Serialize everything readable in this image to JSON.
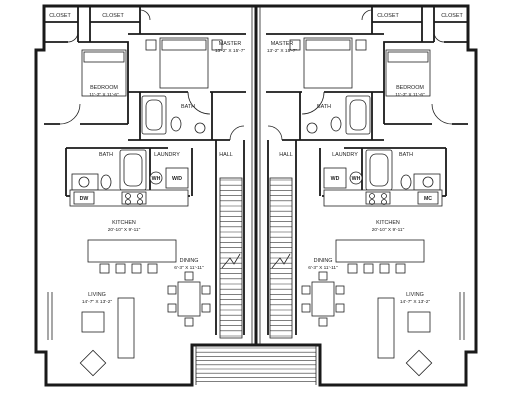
{
  "plan": {
    "left_unit": {
      "closet_a": "CLOSET",
      "closet_b": "CLOSET",
      "master": "MASTER",
      "master_dim": "13'-2\" X 15'-7\"",
      "bedroom": "BEDROOM",
      "bedroom_dim": "11'-3\" X 11'-6\"",
      "bath_master": "BATH",
      "bath": "BATH",
      "laundry": "LAUNDRY",
      "hall": "HALL",
      "wd": "W/D",
      "wh": "WH",
      "dw": "DW",
      "kitchen": "KITCHEN",
      "kitchen_dim": "20'-10\" X 9'-11\"",
      "dining": "DINING",
      "dining_dim": "6'-3\" X 11'-11\"",
      "living": "LIVING",
      "living_dim": "14'-7\" X 13'-2\""
    },
    "right_unit": {
      "closet_a": "CLOSET",
      "closet_b": "CLOSET",
      "master": "MASTER",
      "master_dim": "13'-2\" X 15'-7\"",
      "bedroom": "BEDROOM",
      "bedroom_dim": "11'-3\" X 11'-6\"",
      "bath_master": "BATH",
      "bath": "BATH",
      "laundry": "LAUNDRY",
      "hall": "HALL",
      "wd": "WD",
      "wh": "WH",
      "dw": "MC",
      "kitchen": "KITCHEN",
      "kitchen_dim": "20'-10\" X 9'-11\"",
      "dining": "DINING",
      "dining_dim": "6'-3\" X 11'-11\"",
      "living": "LIVING",
      "living_dim": "14'-7\" X 13'-2\""
    }
  },
  "colors": {
    "wall": "#1a1a1a",
    "line": "#222222",
    "background": "#ffffff"
  }
}
